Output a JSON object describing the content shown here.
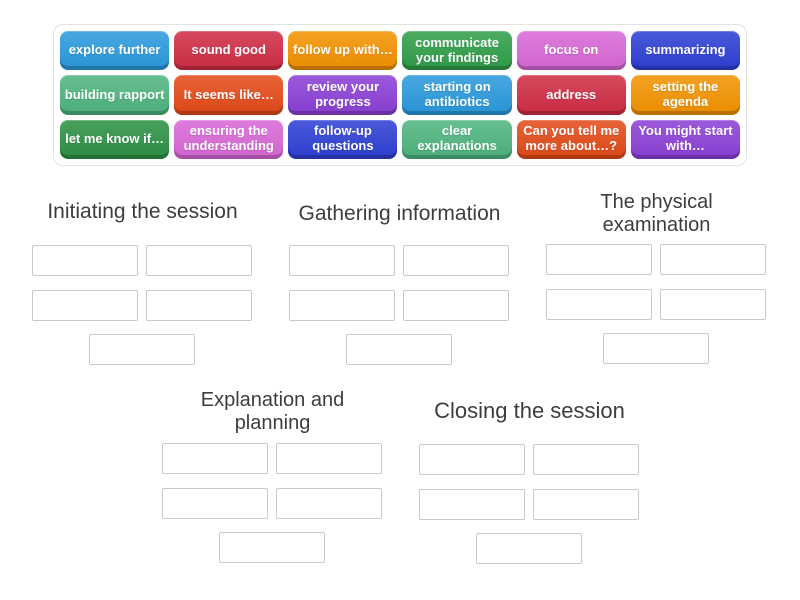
{
  "tray": {
    "tiles": [
      {
        "label": "explore further",
        "color": "#2a99dc"
      },
      {
        "label": "sound good",
        "color": "#d02c44"
      },
      {
        "label": "follow up with…",
        "color": "#f29200"
      },
      {
        "label": "communicate your findings",
        "color": "#2f9e48"
      },
      {
        "label": "focus on",
        "color": "#d867d6"
      },
      {
        "label": "summarizing",
        "color": "#2d3fd4"
      },
      {
        "label": "building rapport",
        "color": "#4eb47e"
      },
      {
        "label": "It seems like…",
        "color": "#e34a18"
      },
      {
        "label": "review your progress",
        "color": "#8b3fd6"
      },
      {
        "label": "starting on antibiotics",
        "color": "#2a99dc"
      },
      {
        "label": "address",
        "color": "#d02c44"
      },
      {
        "label": "setting the agenda",
        "color": "#f29200"
      },
      {
        "label": "let me know if…",
        "color": "#2c9144"
      },
      {
        "label": "ensuring the understanding",
        "color": "#d867d6"
      },
      {
        "label": "follow-up questions",
        "color": "#2d3fd4"
      },
      {
        "label": "clear explanations",
        "color": "#4eb47e"
      },
      {
        "label": "Can you tell me more about…?",
        "color": "#e34a18"
      },
      {
        "label": "You might start with…",
        "color": "#8b3fd6"
      }
    ]
  },
  "groups": [
    {
      "title": "Initiating the session",
      "slot_count": 5
    },
    {
      "title": "Gathering information",
      "slot_count": 5
    },
    {
      "title": "The physical examination",
      "slot_count": 5
    },
    {
      "title": "Explanation and planning",
      "slot_count": 5
    },
    {
      "title": "Closing the session",
      "slot_count": 5
    }
  ]
}
